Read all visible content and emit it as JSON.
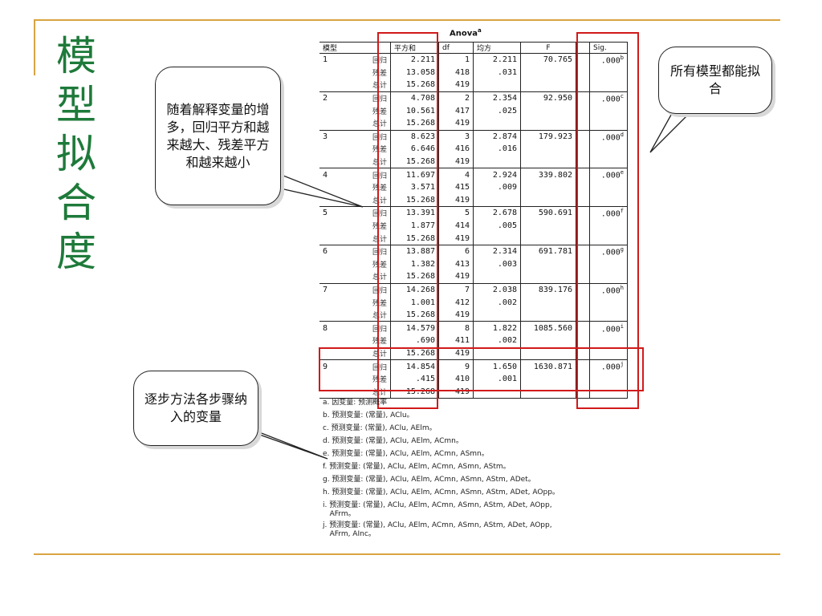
{
  "slide": {
    "title_chars": [
      "模",
      "型",
      "拟",
      "合",
      "度"
    ],
    "accent_color": "#d9a441",
    "title_color": "#1e7a3a",
    "highlight_color": "#d11a1a"
  },
  "callouts": {
    "left_top": "随着解释变量的增多，回归平方和越来越大、残差平方和越来越小",
    "right": "所有模型都能拟合",
    "left_bottom": "逐步方法各步骤纳入的变量"
  },
  "anova": {
    "title": "Anova",
    "title_sup": "a",
    "headers": {
      "model": "模型",
      "ss": "平方和",
      "df": "df",
      "ms": "均方",
      "f": "F",
      "sig": "Sig."
    },
    "rows": [
      {
        "model": "1",
        "kind": "回归",
        "ss": "2.211",
        "df": "1",
        "ms": "2.211",
        "f": "70.765",
        "sig": ".000",
        "sup": "b"
      },
      {
        "model": "",
        "kind": "残差",
        "ss": "13.058",
        "df": "418",
        "ms": ".031",
        "f": "",
        "sig": "",
        "sup": ""
      },
      {
        "model": "",
        "kind": "总计",
        "ss": "15.268",
        "df": "419",
        "ms": "",
        "f": "",
        "sig": "",
        "sup": ""
      },
      {
        "model": "2",
        "kind": "回归",
        "ss": "4.708",
        "df": "2",
        "ms": "2.354",
        "f": "92.950",
        "sig": ".000",
        "sup": "c"
      },
      {
        "model": "",
        "kind": "残差",
        "ss": "10.561",
        "df": "417",
        "ms": ".025",
        "f": "",
        "sig": "",
        "sup": ""
      },
      {
        "model": "",
        "kind": "总计",
        "ss": "15.268",
        "df": "419",
        "ms": "",
        "f": "",
        "sig": "",
        "sup": ""
      },
      {
        "model": "3",
        "kind": "回归",
        "ss": "8.623",
        "df": "3",
        "ms": "2.874",
        "f": "179.923",
        "sig": ".000",
        "sup": "d"
      },
      {
        "model": "",
        "kind": "残差",
        "ss": "6.646",
        "df": "416",
        "ms": ".016",
        "f": "",
        "sig": "",
        "sup": ""
      },
      {
        "model": "",
        "kind": "总计",
        "ss": "15.268",
        "df": "419",
        "ms": "",
        "f": "",
        "sig": "",
        "sup": ""
      },
      {
        "model": "4",
        "kind": "回归",
        "ss": "11.697",
        "df": "4",
        "ms": "2.924",
        "f": "339.802",
        "sig": ".000",
        "sup": "e"
      },
      {
        "model": "",
        "kind": "残差",
        "ss": "3.571",
        "df": "415",
        "ms": ".009",
        "f": "",
        "sig": "",
        "sup": ""
      },
      {
        "model": "",
        "kind": "总计",
        "ss": "15.268",
        "df": "419",
        "ms": "",
        "f": "",
        "sig": "",
        "sup": ""
      },
      {
        "model": "5",
        "kind": "回归",
        "ss": "13.391",
        "df": "5",
        "ms": "2.678",
        "f": "590.691",
        "sig": ".000",
        "sup": "f"
      },
      {
        "model": "",
        "kind": "残差",
        "ss": "1.877",
        "df": "414",
        "ms": ".005",
        "f": "",
        "sig": "",
        "sup": ""
      },
      {
        "model": "",
        "kind": "总计",
        "ss": "15.268",
        "df": "419",
        "ms": "",
        "f": "",
        "sig": "",
        "sup": ""
      },
      {
        "model": "6",
        "kind": "回归",
        "ss": "13.887",
        "df": "6",
        "ms": "2.314",
        "f": "691.781",
        "sig": ".000",
        "sup": "g"
      },
      {
        "model": "",
        "kind": "残差",
        "ss": "1.382",
        "df": "413",
        "ms": ".003",
        "f": "",
        "sig": "",
        "sup": ""
      },
      {
        "model": "",
        "kind": "总计",
        "ss": "15.268",
        "df": "419",
        "ms": "",
        "f": "",
        "sig": "",
        "sup": ""
      },
      {
        "model": "7",
        "kind": "回归",
        "ss": "14.268",
        "df": "7",
        "ms": "2.038",
        "f": "839.176",
        "sig": ".000",
        "sup": "h"
      },
      {
        "model": "",
        "kind": "残差",
        "ss": "1.001",
        "df": "412",
        "ms": ".002",
        "f": "",
        "sig": "",
        "sup": ""
      },
      {
        "model": "",
        "kind": "总计",
        "ss": "15.268",
        "df": "419",
        "ms": "",
        "f": "",
        "sig": "",
        "sup": ""
      },
      {
        "model": "8",
        "kind": "回归",
        "ss": "14.579",
        "df": "8",
        "ms": "1.822",
        "f": "1085.560",
        "sig": ".000",
        "sup": "i"
      },
      {
        "model": "",
        "kind": "残差",
        "ss": ".690",
        "df": "411",
        "ms": ".002",
        "f": "",
        "sig": "",
        "sup": ""
      },
      {
        "model": "",
        "kind": "总计",
        "ss": "15.268",
        "df": "419",
        "ms": "",
        "f": "",
        "sig": "",
        "sup": ""
      },
      {
        "model": "9",
        "kind": "回归",
        "ss": "14.854",
        "df": "9",
        "ms": "1.650",
        "f": "1630.871",
        "sig": ".000",
        "sup": "j"
      },
      {
        "model": "",
        "kind": "残差",
        "ss": ".415",
        "df": "410",
        "ms": ".001",
        "f": "",
        "sig": "",
        "sup": ""
      },
      {
        "model": "",
        "kind": "总计",
        "ss": "15.268",
        "df": "419",
        "ms": "",
        "f": "",
        "sig": "",
        "sup": ""
      }
    ]
  },
  "footnotes": [
    "a. 因变量: 预测概率",
    "b. 预测变量: (常量), AClu。",
    "c. 预测变量: (常量), AClu, AElm。",
    "d. 预测变量: (常量), AClu, AElm, ACmn。",
    "e. 预测变量: (常量), AClu, AElm, ACmn, ASmn。",
    "f. 预测变量: (常量), AClu, AElm, ACmn, ASmn, AStm。",
    "g. 预测变量: (常量), AClu, AElm, ACmn, ASmn, AStm, ADet。",
    "h. 预测变量: (常量), AClu, AElm, ACmn, ASmn, AStm, ADet, AOpp。",
    "i. 预测变量: (常量), AClu, AElm, ACmn, ASmn, AStm, ADet, AOpp,\n   AFrm。",
    "j. 预测变量: (常量), AClu, AElm, ACmn, ASmn, AStm, ADet, AOpp,\n   AFrm, AInc。"
  ]
}
